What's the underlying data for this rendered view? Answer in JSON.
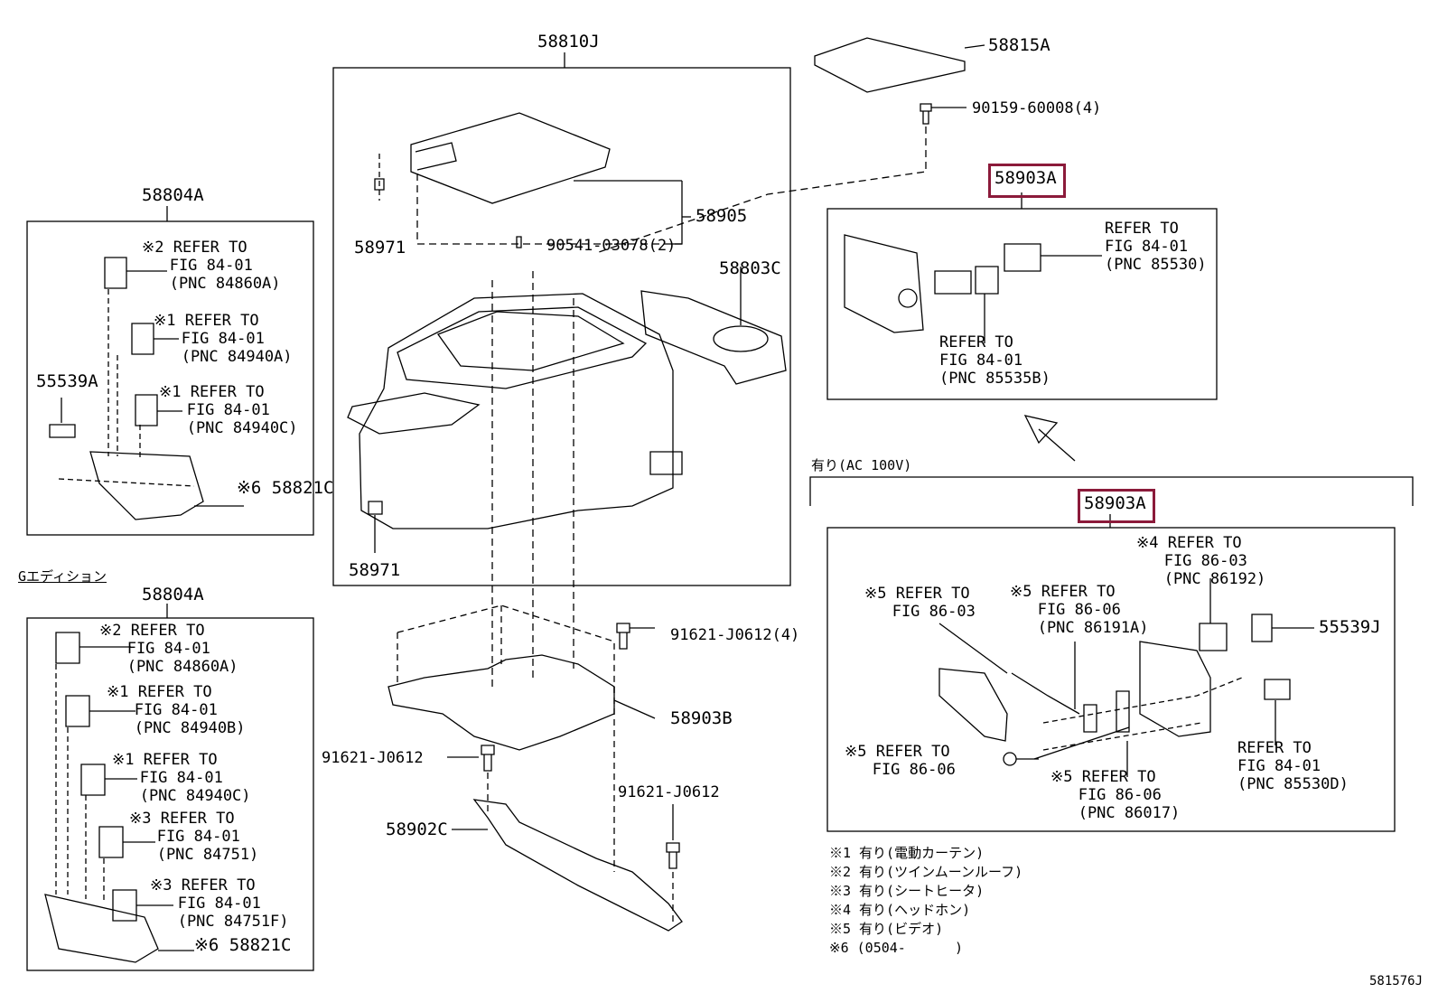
{
  "parts": {
    "p58810J": "58810J",
    "p58815A": "58815A",
    "p90159": "90159-60008(4)",
    "p58903A_top": "58903A",
    "p58903A_bottom": "58903A",
    "p58905": "58905",
    "p90541": "90541-03078(2)",
    "p58971_top": "58971",
    "p58971_bottom": "58971",
    "p58803C": "58803C",
    "p58804A_top": "58804A",
    "p58804A_bottom": "58804A",
    "p55539A": "55539A",
    "p58821C_top": "※6 58821C",
    "p58821C_bottom": "※6 58821C",
    "p91621_a": "91621-J0612(4)",
    "p58903B": "58903B",
    "p91621_b": "91621-J0612",
    "p91621_c": "91621-J0612",
    "p58902C": "58902C",
    "p55539J": "55539J",
    "fig_no": "581576J"
  },
  "refs": {
    "r_top1": "※2 REFER TO\n   FIG 84-01\n   (PNC 84860A)",
    "r_top2": "※1 REFER TO\n   FIG 84-01\n   (PNC 84940A)",
    "r_top3": "※1 REFER TO\n   FIG 84-01\n   (PNC 84940C)",
    "r_bot1": "※2 REFER TO\n   FIG 84-01\n   (PNC 84860A)",
    "r_bot2": "※1 REFER TO\n   FIG 84-01\n   (PNC 84940B)",
    "r_bot3": "※1 REFER TO\n   FIG 84-01\n   (PNC 84940C)",
    "r_bot4": "※3 REFER TO\n   FIG 84-01\n   (PNC 84751)",
    "r_bot5": "※3 REFER TO\n   FIG 84-01\n   (PNC 84751F)",
    "r_a_85530": "REFER TO\nFIG 84-01\n(PNC 85530)",
    "r_a_85535B": "REFER TO\nFIG 84-01\n(PNC 85535B)",
    "r_b_86192": "※4 REFER TO\n   FIG 86-03\n   (PNC 86192)",
    "r_b_8603": "※5 REFER TO\n   FIG 86-03",
    "r_b_86191A": "※5 REFER TO\n   FIG 86-06\n   (PNC 86191A)",
    "r_b_8606": "※5 REFER TO\n   FIG 86-06",
    "r_b_86017": "※5 REFER TO\n   FIG 86-06\n   (PNC 86017)",
    "r_b_85530D": "REFER TO\nFIG 84-01\n(PNC 85530D)"
  },
  "captions": {
    "g_edition": "Gエディション",
    "ac100v": "有り(AC 100V)"
  },
  "notes": [
    "※1 有り(電動カーテン)",
    "※2 有り(ツインムーンルーフ)",
    "※3 有り(シートヒータ)",
    "※4 有り(ヘッドホン)",
    "※5 有り(ビデオ)",
    "※6 (0504-      )"
  ],
  "highlight_color": "#8b1a3a"
}
